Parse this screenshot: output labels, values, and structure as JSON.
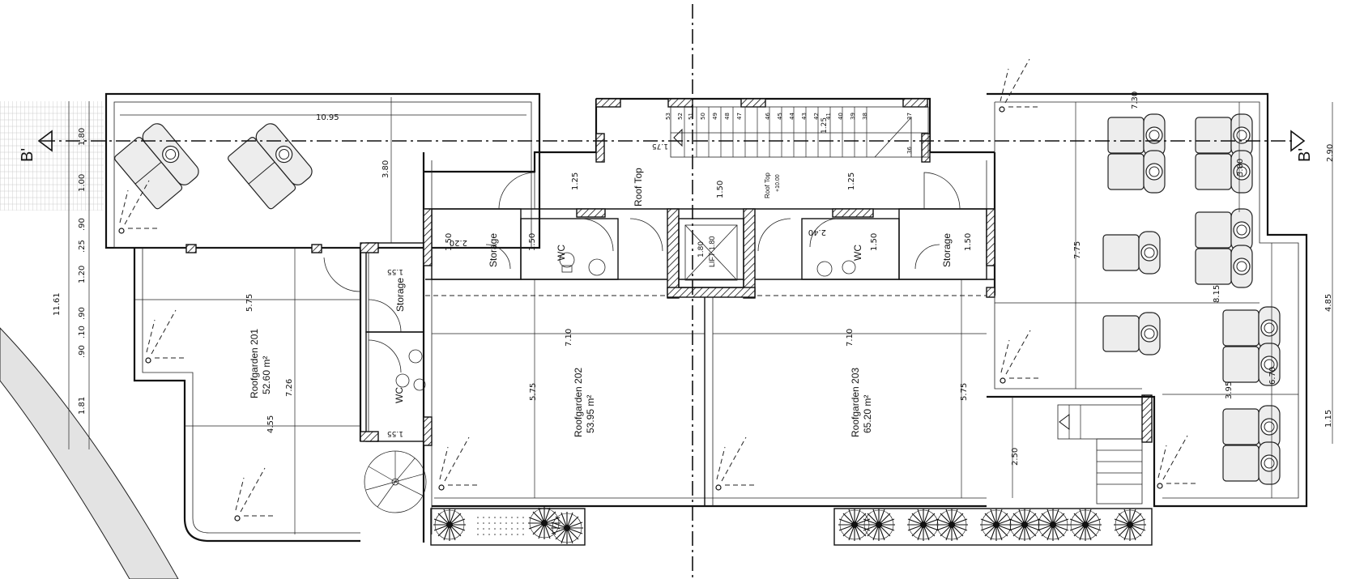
{
  "section_marks": {
    "left": "B'",
    "right": "B'"
  },
  "rooms": {
    "rg201_name": "Roofgarden 201",
    "rg201_area": "52.60 m²",
    "rg202_name": "Roofgarden 202",
    "rg202_area": "53.95 m²",
    "rg203_name": "Roofgarden 203",
    "rg203_area": "65.20 m²",
    "roof_top": "Roof Top",
    "roof_top_small": "Roof Top",
    "roof_top_level": "+10.00",
    "storage": "Storage",
    "wc": "WC",
    "lift": "LIFT 1.80"
  },
  "dims": {
    "d1095": "10.95",
    "d380a": "3.80",
    "d575a": "5.75",
    "d726": "7.26",
    "d455": "4.55",
    "d710a": "7.10",
    "d710b": "7.10",
    "d575b": "5.75",
    "d575c": "5.75",
    "d125a": "1.25",
    "d125b": "1.25",
    "d150a": "1.50",
    "d150b": "1.50",
    "d150c": "1.50",
    "d150d": "1.50",
    "d150e": "1.50",
    "d220": "2.20",
    "d240": "2.40",
    "d155a": "1.55",
    "d155b": "1.55",
    "d175": "1.75",
    "d180": "1.80",
    "d125c": "1.25",
    "d730": "7.30",
    "d290": "2.90",
    "d380b": "3.80",
    "d775": "7.75",
    "d815": "8.15",
    "d485": "4.85",
    "d670": "6.70",
    "d395": "3.95",
    "d115": "1.15",
    "d250": "2.50",
    "left_chain": [
      "1.80",
      "1.00",
      ".90",
      ".25",
      "1.20",
      ".90",
      ".10",
      ".90",
      "1.81"
    ],
    "d1161": "11.61",
    "stairs": [
      "53",
      "52",
      "51",
      "50",
      "49",
      "48",
      "47",
      "46",
      "45",
      "44",
      "43",
      "42",
      "41",
      "40",
      "39",
      "38",
      "37",
      "36"
    ]
  }
}
